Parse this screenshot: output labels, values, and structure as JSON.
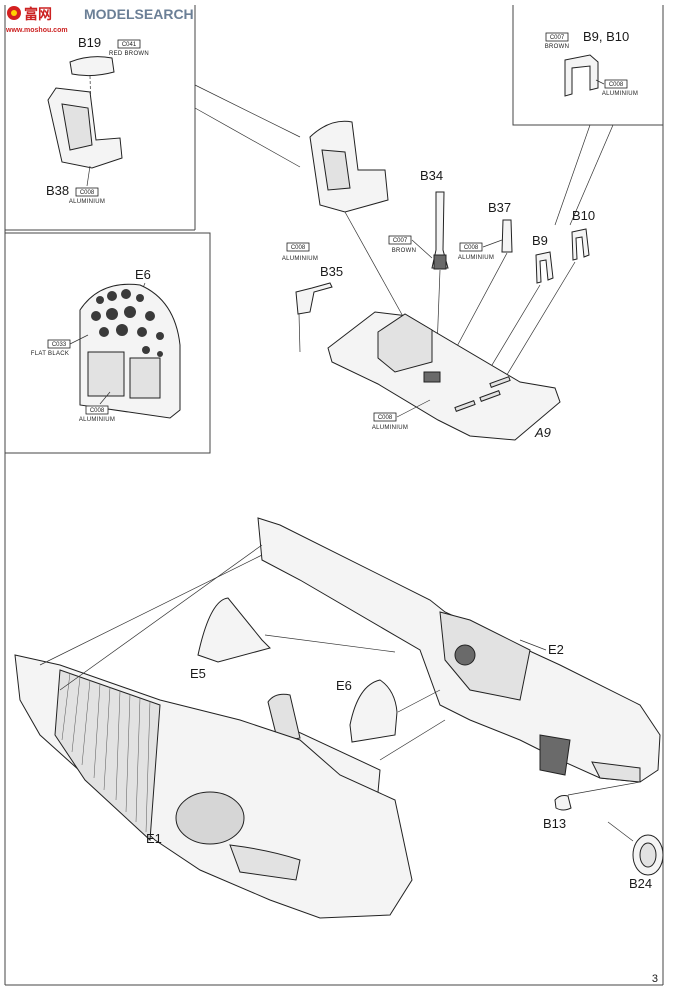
{
  "watermark": {
    "brand": "MODELSEARCH",
    "glyphs": "富网",
    "url": "www.moshou.com",
    "icon": "model-search-logo-icon"
  },
  "page_number": "3",
  "callouts": {
    "b19": "B19",
    "b38": "B38",
    "e6_box": "E6",
    "b9b10_box": "B9, B10",
    "b34": "B34",
    "b37": "B37",
    "b35": "B35",
    "b9": "B9",
    "b10": "B10",
    "a9": "A9",
    "e2": "E2",
    "e5": "E5",
    "e6_main": "E6",
    "e1": "E1",
    "b13": "B13",
    "b24": "B24"
  },
  "color_refs": {
    "c041": {
      "code": "C041",
      "name": "RED BROWN"
    },
    "c008_b38": {
      "code": "C008",
      "name": "ALUMINIUM"
    },
    "c033": {
      "code": "C033",
      "name": "FLAT BLACK"
    },
    "c008_e6": {
      "code": "C008",
      "name": "ALUMINIUM"
    },
    "c007_b9": {
      "code": "C007",
      "name": "BROWN"
    },
    "c008_b9": {
      "code": "C008",
      "name": "ALUMINIUM"
    },
    "c008_left": {
      "code": "C008",
      "name": "ALUMINIUM"
    },
    "c007_b34": {
      "code": "C007",
      "name": "BROWN"
    },
    "c008_b37": {
      "code": "C008",
      "name": "ALUMINIUM"
    },
    "c008_floor": {
      "code": "C008",
      "name": "ALUMINIUM"
    }
  }
}
